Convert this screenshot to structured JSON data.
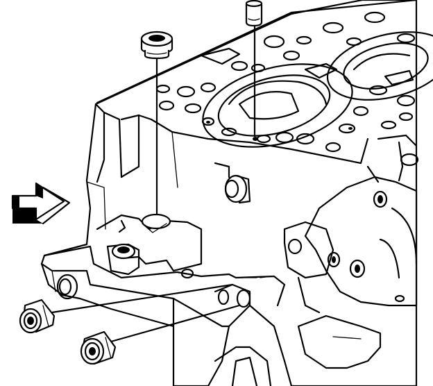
{
  "diagram": {
    "ink_color": "#000000",
    "paper_color": "#ffffff",
    "components": [
      "engine-block",
      "cylinder-head-deck",
      "dowel-pin",
      "top-plug",
      "bottom-plug-left",
      "bottom-plug-right",
      "direction-arrow-icon"
    ]
  }
}
